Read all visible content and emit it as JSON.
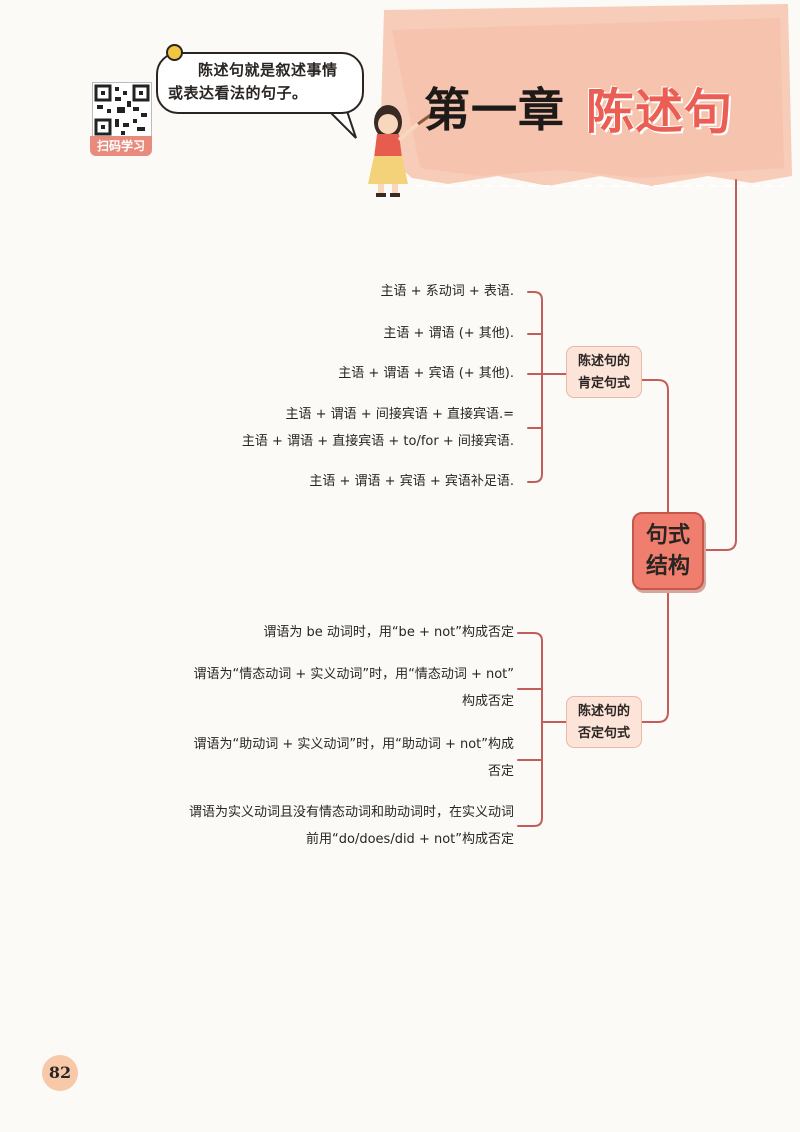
{
  "header": {
    "qr_label": "扫码学习",
    "bubble_text": "陈述句就是叙述事情或表达看法的句子。",
    "chapter_number": "第一章",
    "chapter_title": "陈述句",
    "colors": {
      "banner": "#f6c3ad",
      "accent": "#ea5e54"
    }
  },
  "mindmap": {
    "root": {
      "line1": "句式",
      "line2": "结构"
    },
    "affirmative": {
      "line1": "陈述句的",
      "line2": "肯定句式",
      "items": [
        "主语 + 系动词 + 表语.",
        "主语 + 谓语 (+ 其他).",
        "主语 + 谓语 + 宾语 (+ 其他).",
        "主语 + 谓语 + 间接宾语 + 直接宾语.=",
        "主语 + 谓语 + 直接宾语 + to/for + 间接宾语.",
        "主语 + 谓语 + 宾语 + 宾语补足语."
      ]
    },
    "negative": {
      "line1": "陈述句的",
      "line2": "否定句式",
      "items": [
        "谓语为 be 动词时，用“be + not”构成否定",
        "谓语为“情态动词 + 实义动词”时，用“情态动词 + not”",
        "构成否定",
        "谓语为“助动词 + 实义动词”时，用“助动词 + not”构成",
        "否定",
        "谓语为实义动词且没有情态动词和助动词时，在实义动词",
        "前用“do/does/did + not”构成否定"
      ]
    }
  },
  "page_number": "82"
}
